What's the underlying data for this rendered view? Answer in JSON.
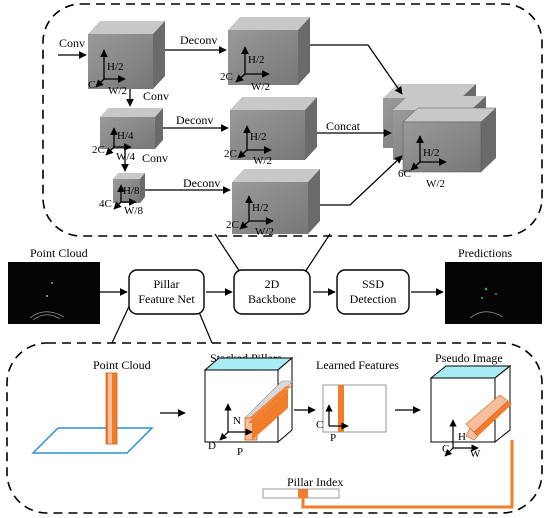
{
  "backbone_panel": {
    "block1": {
      "h": "H/2",
      "c": "C",
      "w": "W/2"
    },
    "block2": {
      "h": "H/4",
      "c": "2C",
      "w": "W/4"
    },
    "block3": {
      "h": "H/8",
      "c": "4C",
      "w": "W/8"
    },
    "up1": {
      "h": "H/2",
      "c": "2C",
      "w": "W/2"
    },
    "up2": {
      "h": "H/2",
      "c": "2C",
      "w": "W/2"
    },
    "up3": {
      "h": "H/2",
      "c": "2C",
      "w": "W/2"
    },
    "concat_block": {
      "h": "H/2",
      "c": "6C",
      "w": "W/2"
    },
    "ops": {
      "conv_in": "Conv",
      "conv_1": "Conv",
      "conv_2": "Conv",
      "deconv_1": "Deconv",
      "deconv_2": "Deconv",
      "deconv_3": "Deconv",
      "concat": "Concat"
    }
  },
  "pipeline": {
    "point_cloud_label": "Point Cloud",
    "predictions_label": "Predictions",
    "pillar_feature_net": [
      "Pillar",
      "Feature Net"
    ],
    "backbone": [
      "2D",
      "Backbone"
    ],
    "detection": [
      "SSD",
      "Detection"
    ]
  },
  "pillar_panel": {
    "point_cloud": "Point Cloud",
    "stacked_pillars": "Stacked Pillars",
    "learned_features": "Learned Features",
    "pseudo_image": "Pseudo Image",
    "pillar_index": "Pillar Index",
    "axis_n": "N",
    "axis_d": "D",
    "axis_p": "P",
    "axis_c_lf": "C",
    "axis_p_lf": "P",
    "axis_h": "H",
    "axis_c_pi": "C",
    "axis_w": "W"
  },
  "colors": {
    "block_front": "#8c8c8c",
    "block_top": "#c8c8c8",
    "block_side": "#6a6a6a",
    "pillar_orange": "#f07d2c",
    "pillar_light": "#f7bfa0",
    "cyan": "#a9ecf4",
    "plane_blue": "#2b8fd8"
  }
}
